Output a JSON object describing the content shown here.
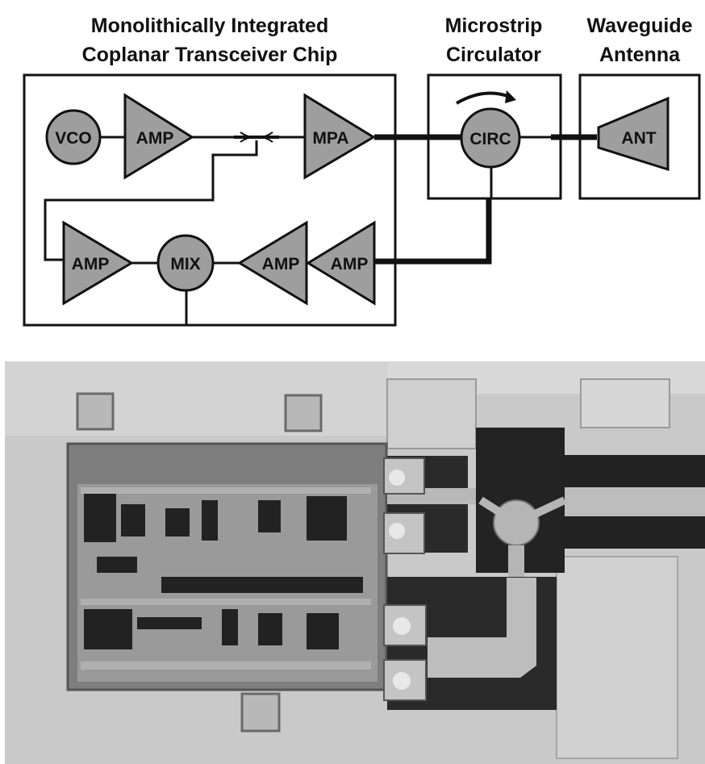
{
  "diagram": {
    "titles": {
      "chip_line1": "Monolithically Integrated",
      "chip_line2": "Coplanar Transceiver Chip",
      "circ_line1": "Microstrip",
      "circ_line2": "Circulator",
      "ant_line1": "Waveguide",
      "ant_line2": "Antenna"
    },
    "blocks": {
      "vco": "VCO",
      "amp_tx": "AMP",
      "mpa": "MPA",
      "circ": "CIRC",
      "ant": "ANT",
      "amp_rx_left": "AMP",
      "mix": "MIX",
      "amp_rx_mid": "AMP",
      "amp_rx_right": "AMP"
    },
    "colors": {
      "block_fill": "#9e9e9e",
      "line": "#111111"
    }
  },
  "photo": {
    "subject": "chip-micrograph"
  }
}
